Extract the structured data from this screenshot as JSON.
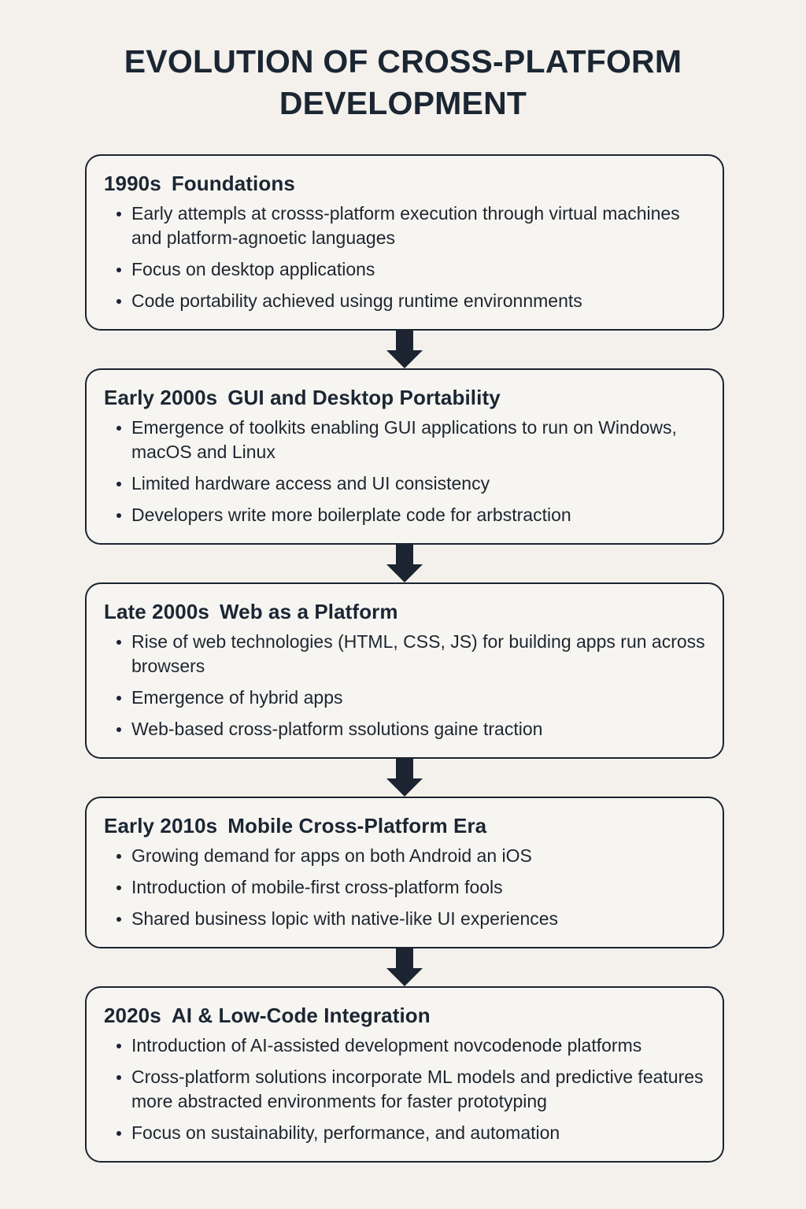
{
  "title": "EVOLUTION OF CROSS-PLATFORM DEVELOPMENT",
  "colors": {
    "page_background": "#f4f1ec",
    "box_fill": "#f7f5f1",
    "ink": "#1b2430",
    "heading": "#1b2633",
    "body_text": "#1d2530"
  },
  "stages": [
    {
      "era": "1990s",
      "heading": "Foundations",
      "bullets": [
        "Early attempls at crosss-platform execution through virtual machines and platform-agnoetic languages",
        "Focus on desktop applications",
        "Code portability achieved usingg runtime environnments"
      ]
    },
    {
      "era": "Early 2000s",
      "heading": "GUI and Desktop Portability",
      "bullets": [
        "Emergence of toolkits enabling GUI applications to run on Windows, macOS and Linux",
        "Limited hardware access and UI consistency",
        "Developers write more boilerplate code for arbstraction"
      ]
    },
    {
      "era": "Late 2000s",
      "heading": "Web as a Platform",
      "bullets": [
        "Rise of web technologies (HTML, CSS, JS) for building apps run across browsers",
        "Emergence of hybrid apps",
        "Web-based cross-platform ssolutions gaine traction"
      ]
    },
    {
      "era": "Early 2010s",
      "heading": "Mobile Cross-Platform Era",
      "bullets": [
        "Growing demand for apps on both Android an iOS",
        "Introduction of mobile-first cross-platform fools",
        "Shared business lopic with native-like UI experiences"
      ]
    },
    {
      "era": "2020s",
      "heading": "AI & Low-Code Integration",
      "bullets": [
        "Introduction of AI-assisted development novcodenode platforms",
        "Cross-platform solutions incorporate ML models and predictive features more abstracted environments for faster prototyping",
        "Focus on sustainability, performance, and automation"
      ]
    }
  ]
}
